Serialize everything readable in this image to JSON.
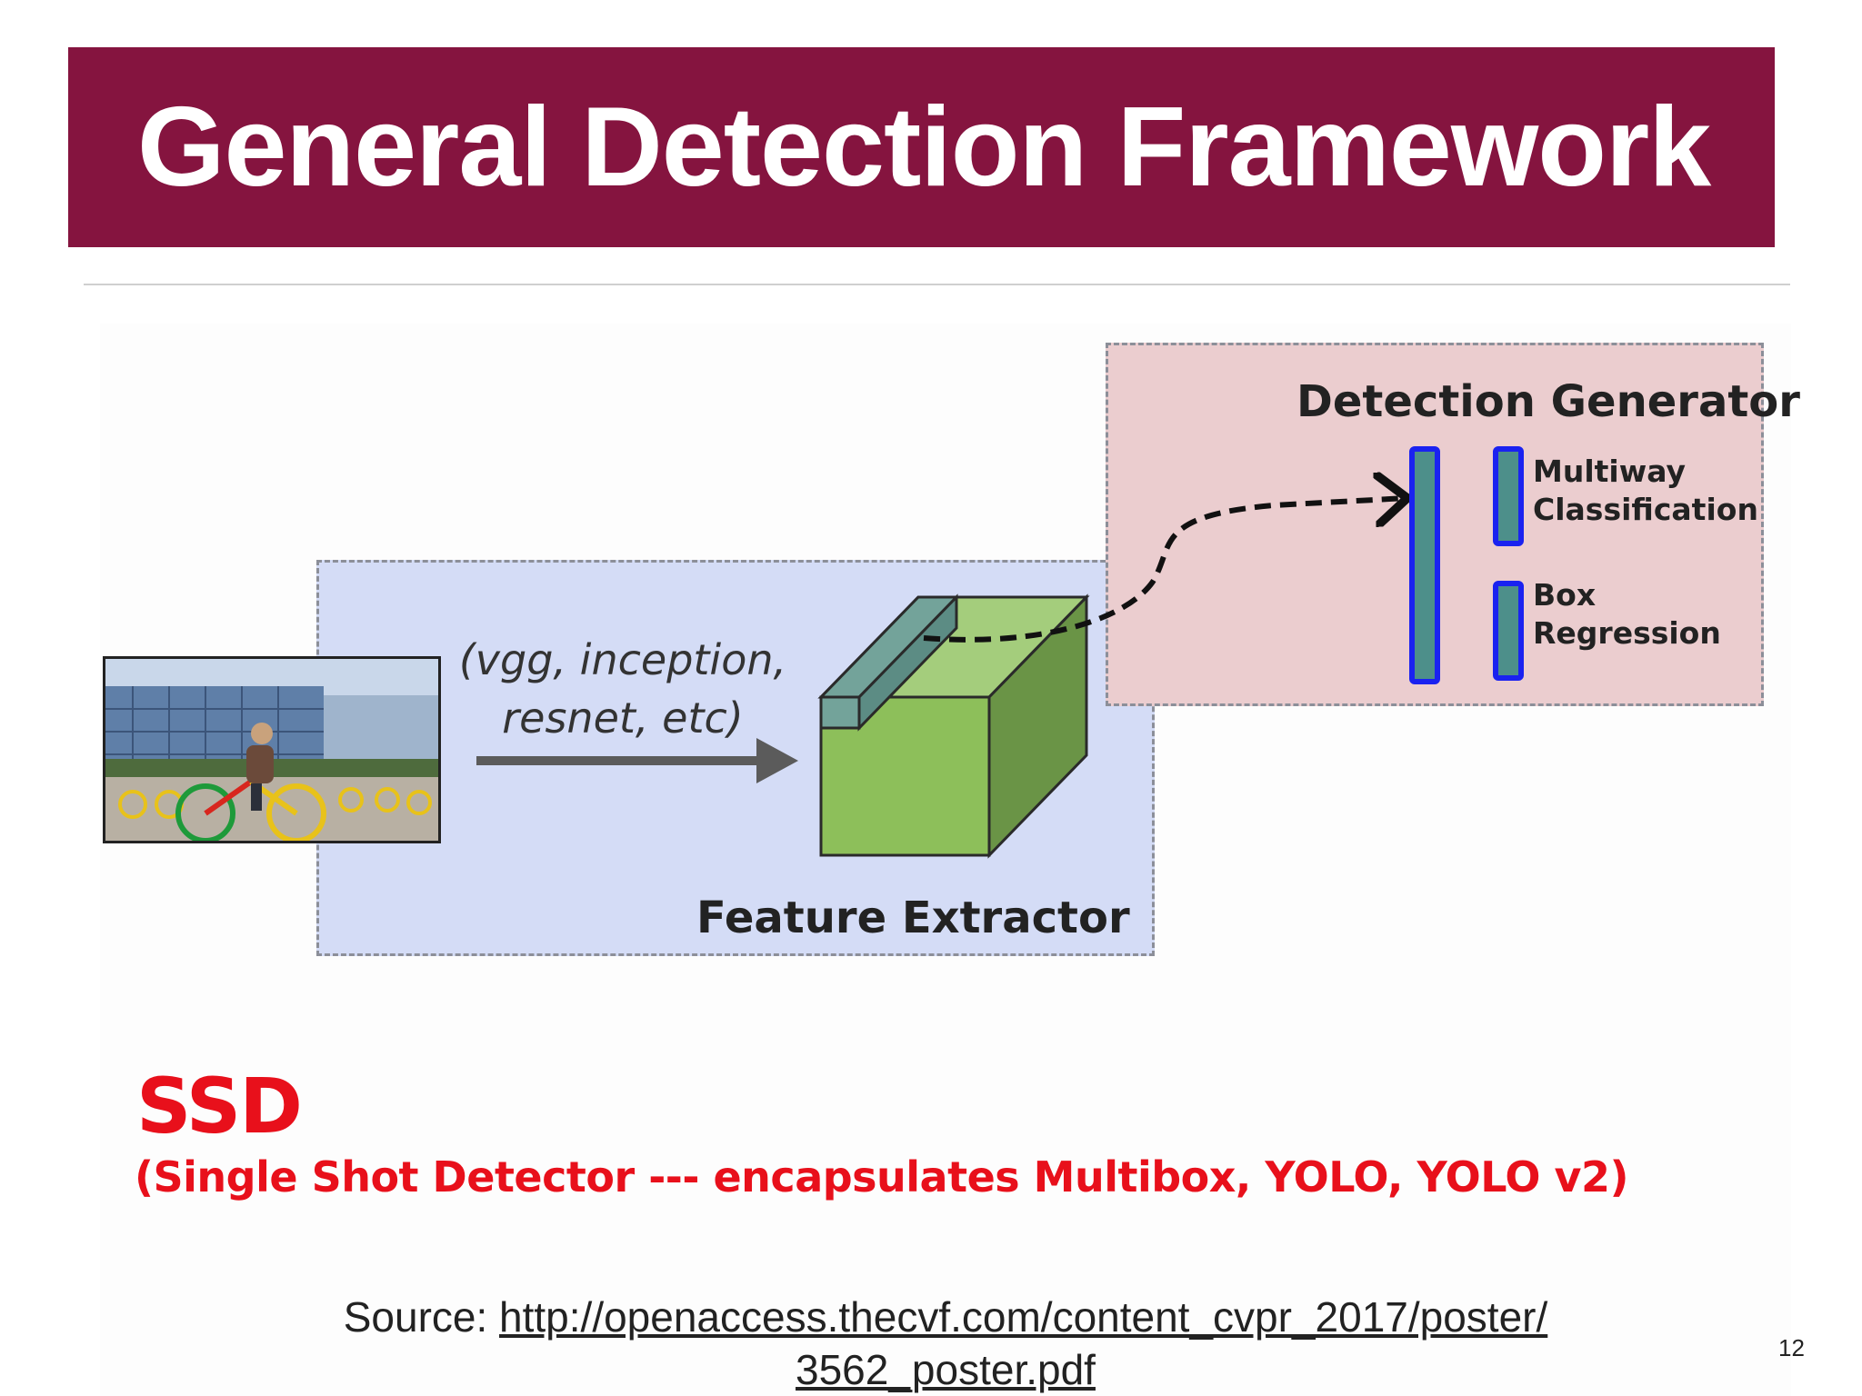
{
  "slide": {
    "title": "General Detection Framework",
    "page_number": "12"
  },
  "diagram": {
    "feature_extractor_label": "Feature Extractor",
    "backbone_line1": "(vgg, inception,",
    "backbone_line2": "resnet, etc)",
    "detection_generator_label": "Detection Generator",
    "head_multiway_line1": "Multiway",
    "head_multiway_line2": "Classification",
    "head_box_line1": "Box",
    "head_box_line2": "Regression"
  },
  "caption": {
    "title": "SSD",
    "subtitle": "(Single Shot Detector --- encapsulates Multibox, YOLO, YOLO v2)"
  },
  "source": {
    "prefix": "Source: ",
    "link_line1": "http://openaccess.thecvf.com/content_cvpr_2017/poster/",
    "link_line2": "3562_poster.pdf"
  },
  "colors": {
    "title_bar": "#85143f",
    "feature_box": "#d4dcf6",
    "detection_box": "#ebcdcf",
    "cube_front": "#8dbf5a",
    "cube_side": "#6a9446",
    "feature_cell": "#73a39a",
    "head_stroke": "#1a22f0",
    "head_fill": "#4d8f8a",
    "ssd_red": "#e8101b"
  }
}
